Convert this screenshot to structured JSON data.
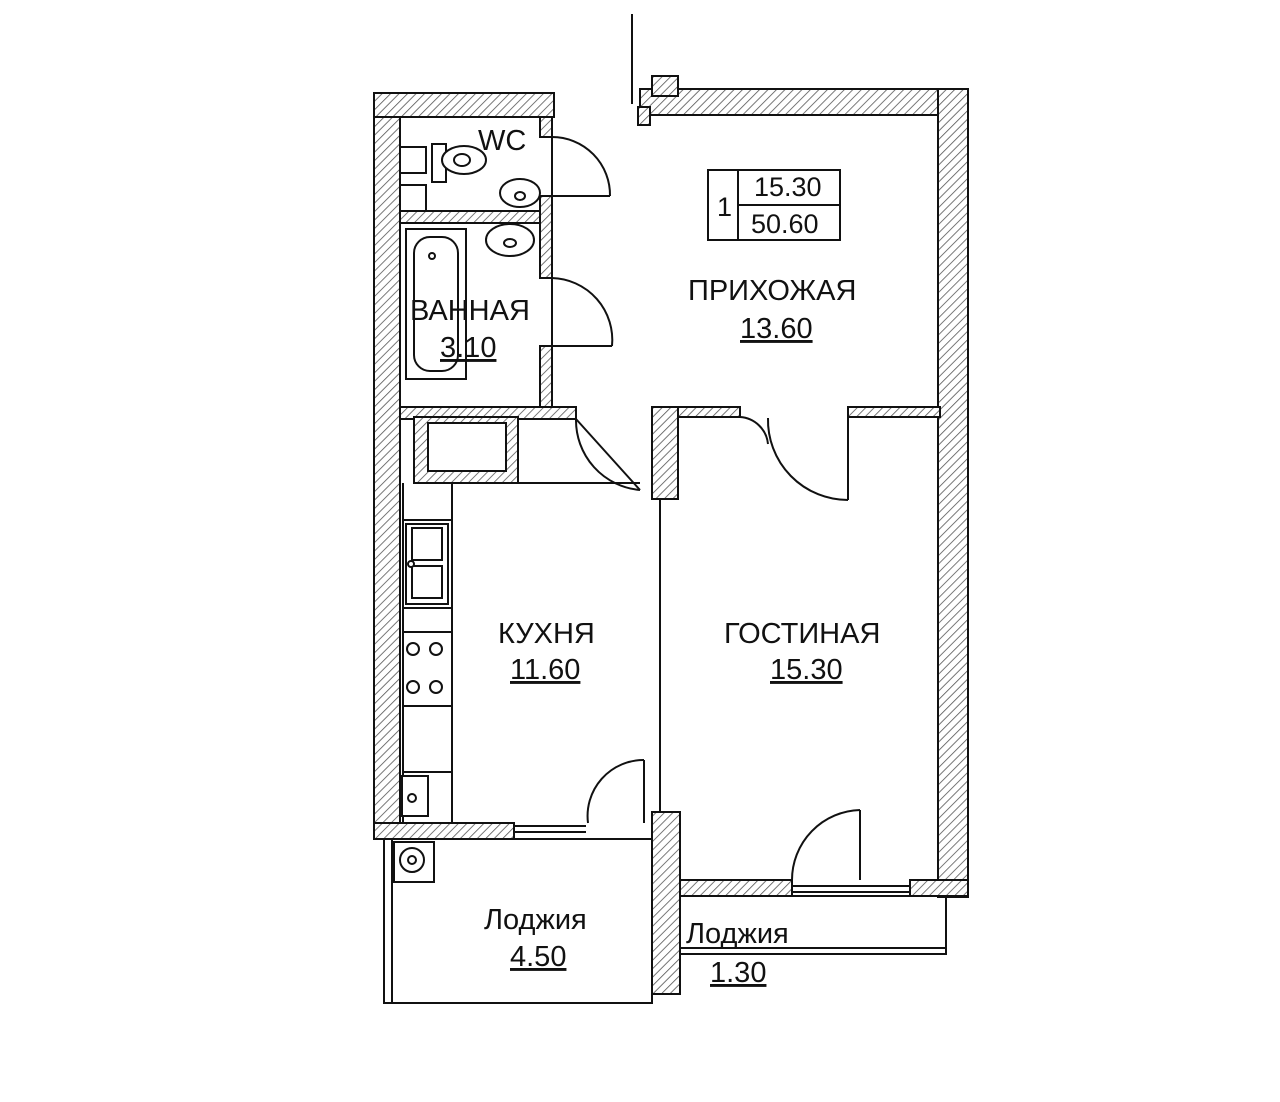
{
  "plan": {
    "summary": {
      "rooms": "1",
      "living_area": "15.30",
      "total_area": "50.60"
    },
    "rooms": [
      {
        "id": "wc",
        "name": "WC",
        "area": ""
      },
      {
        "id": "bathroom",
        "name": "ВАННАЯ",
        "area": "3.10"
      },
      {
        "id": "hallway",
        "name": "ПРИХОЖАЯ",
        "area": "13.60"
      },
      {
        "id": "kitchen",
        "name": "КУХНЯ",
        "area": "11.60"
      },
      {
        "id": "living",
        "name": "ГОСТИНАЯ",
        "area": "15.30"
      },
      {
        "id": "loggia1",
        "name": "Лоджия",
        "area": "4.50"
      },
      {
        "id": "loggia2",
        "name": "Лоджия",
        "area": "1.30"
      }
    ],
    "colors": {
      "wall": "#ffffff",
      "hatch": "#555555",
      "line": "#111111"
    }
  }
}
